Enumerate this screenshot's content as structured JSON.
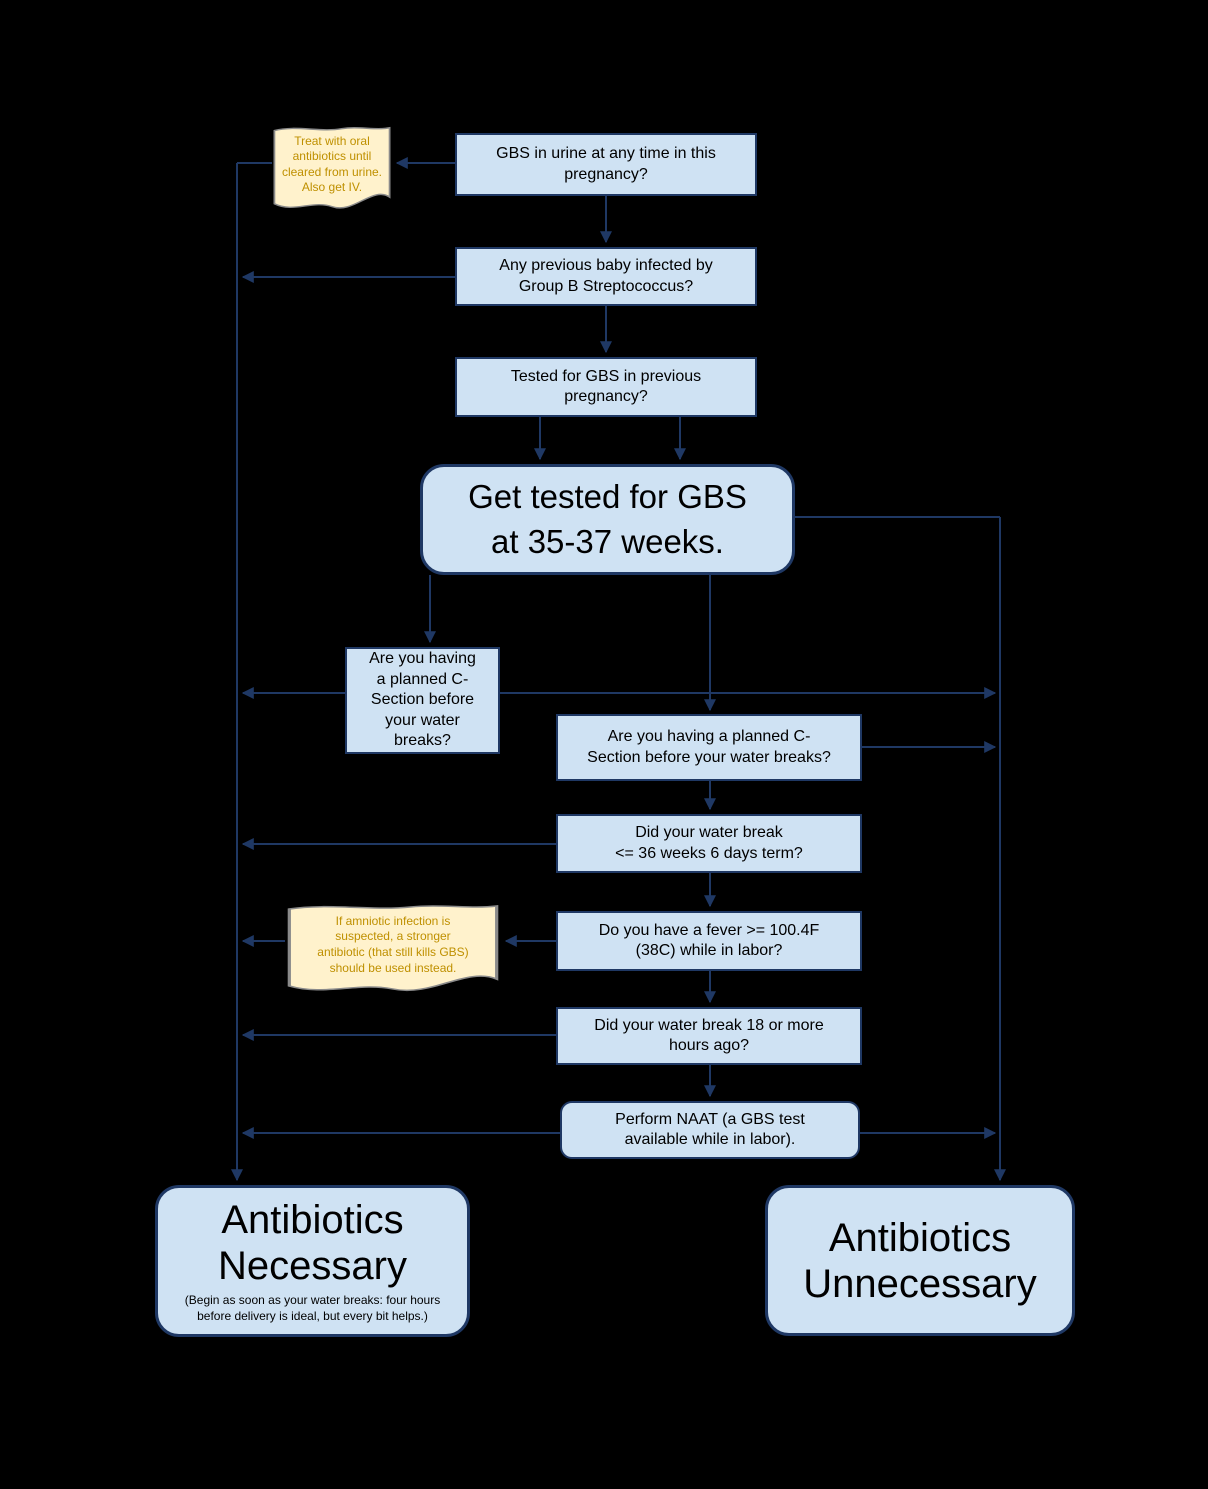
{
  "colors": {
    "background": "#000000",
    "node_fill": "#cfe2f3",
    "node_border": "#1f3864",
    "connector": "#1f3864",
    "note_fill": "#fff2cc",
    "note_outline": "#8a8a8a",
    "note_text": "#bf9000",
    "node_text": "#000000"
  },
  "nodes": {
    "gbs_urine": {
      "label": "GBS in urine at any time in this\npregnancy?"
    },
    "previous_baby": {
      "label": "Any previous baby infected by\nGroup B Streptococcus?"
    },
    "tested_previous": {
      "label": "Tested for GBS in previous\npregnancy?"
    },
    "get_tested": {
      "label": "Get tested for GBS\nat 35-37 weeks."
    },
    "csection_left": {
      "label": "Are you having\na planned C-\nSection before\nyour water\nbreaks?"
    },
    "csection_right": {
      "label": "Are you having a planned C-\nSection before your water breaks?"
    },
    "water_break_36": {
      "label": "Did your water break\n<= 36 weeks 6 days term?"
    },
    "fever": {
      "label": "Do you have a fever >= 100.4F\n(38C) while in labor?"
    },
    "water_break_18": {
      "label": "Did your water break 18 or more\nhours ago?"
    },
    "naat": {
      "label": "Perform NAAT (a GBS test\navailable while in labor)."
    },
    "antibiotics_necessary": {
      "title": "Antibiotics\nNecessary",
      "subtitle": "(Begin as soon as your water breaks: four hours\nbefore delivery is ideal, but every bit helps.)"
    },
    "antibiotics_unnecessary": {
      "title": "Antibiotics\nUnnecessary"
    }
  },
  "notes": {
    "oral_antibiotics": {
      "text": "Treat with oral\nantibiotics until\ncleared from urine.\nAlso get IV."
    },
    "amniotic_infection": {
      "text": "If amniotic infection is\nsuspected, a stronger\nantibiotic (that still kills GBS)\nshould be used instead."
    }
  }
}
